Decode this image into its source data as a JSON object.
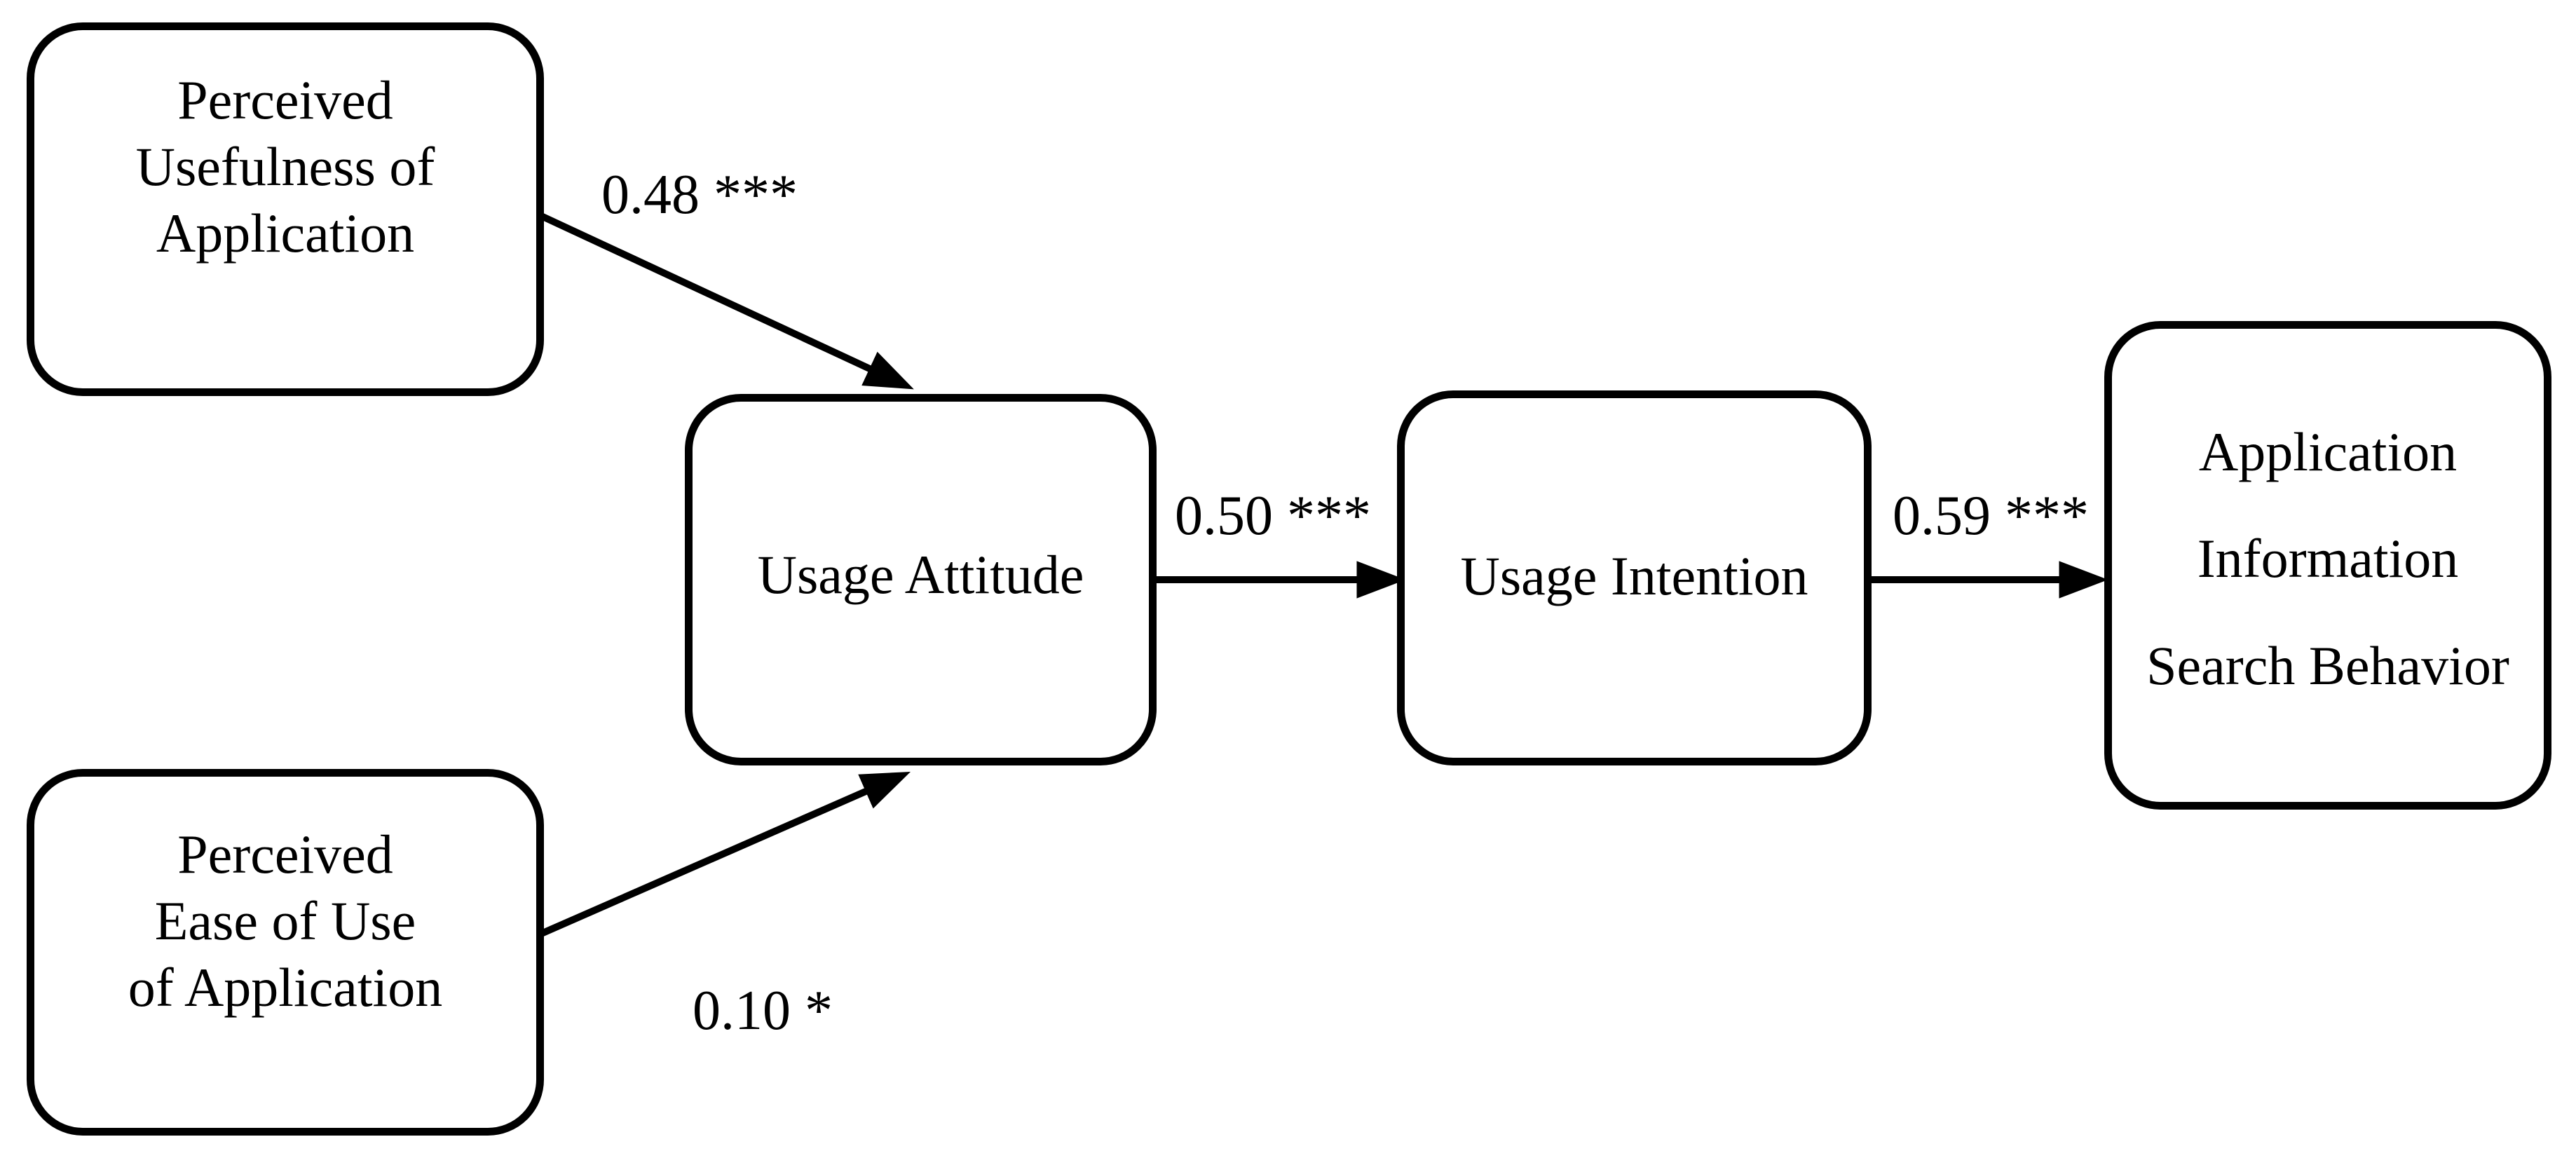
{
  "diagram": {
    "kind": "path-model",
    "nodes": [
      {
        "id": "pu",
        "label": "Perceived\nUsefulness of\nApplication"
      },
      {
        "id": "peou",
        "label": "Perceived\nEase of Use\nof Application"
      },
      {
        "id": "ua",
        "label": "Usage Attitude"
      },
      {
        "id": "ui",
        "label": "Usage Intention"
      },
      {
        "id": "aisb",
        "label": "Application\nInformation\nSearch Behavior"
      }
    ],
    "edges": [
      {
        "from": "pu",
        "to": "ua",
        "label": "0.48 ***"
      },
      {
        "from": "peou",
        "to": "ua",
        "label": "0.10 *"
      },
      {
        "from": "ua",
        "to": "ui",
        "label": "0.50 ***"
      },
      {
        "from": "ui",
        "to": "aisb",
        "label": "0.59 ***"
      }
    ],
    "colors": {
      "ink": "#000000",
      "background": "#ffffff"
    }
  }
}
